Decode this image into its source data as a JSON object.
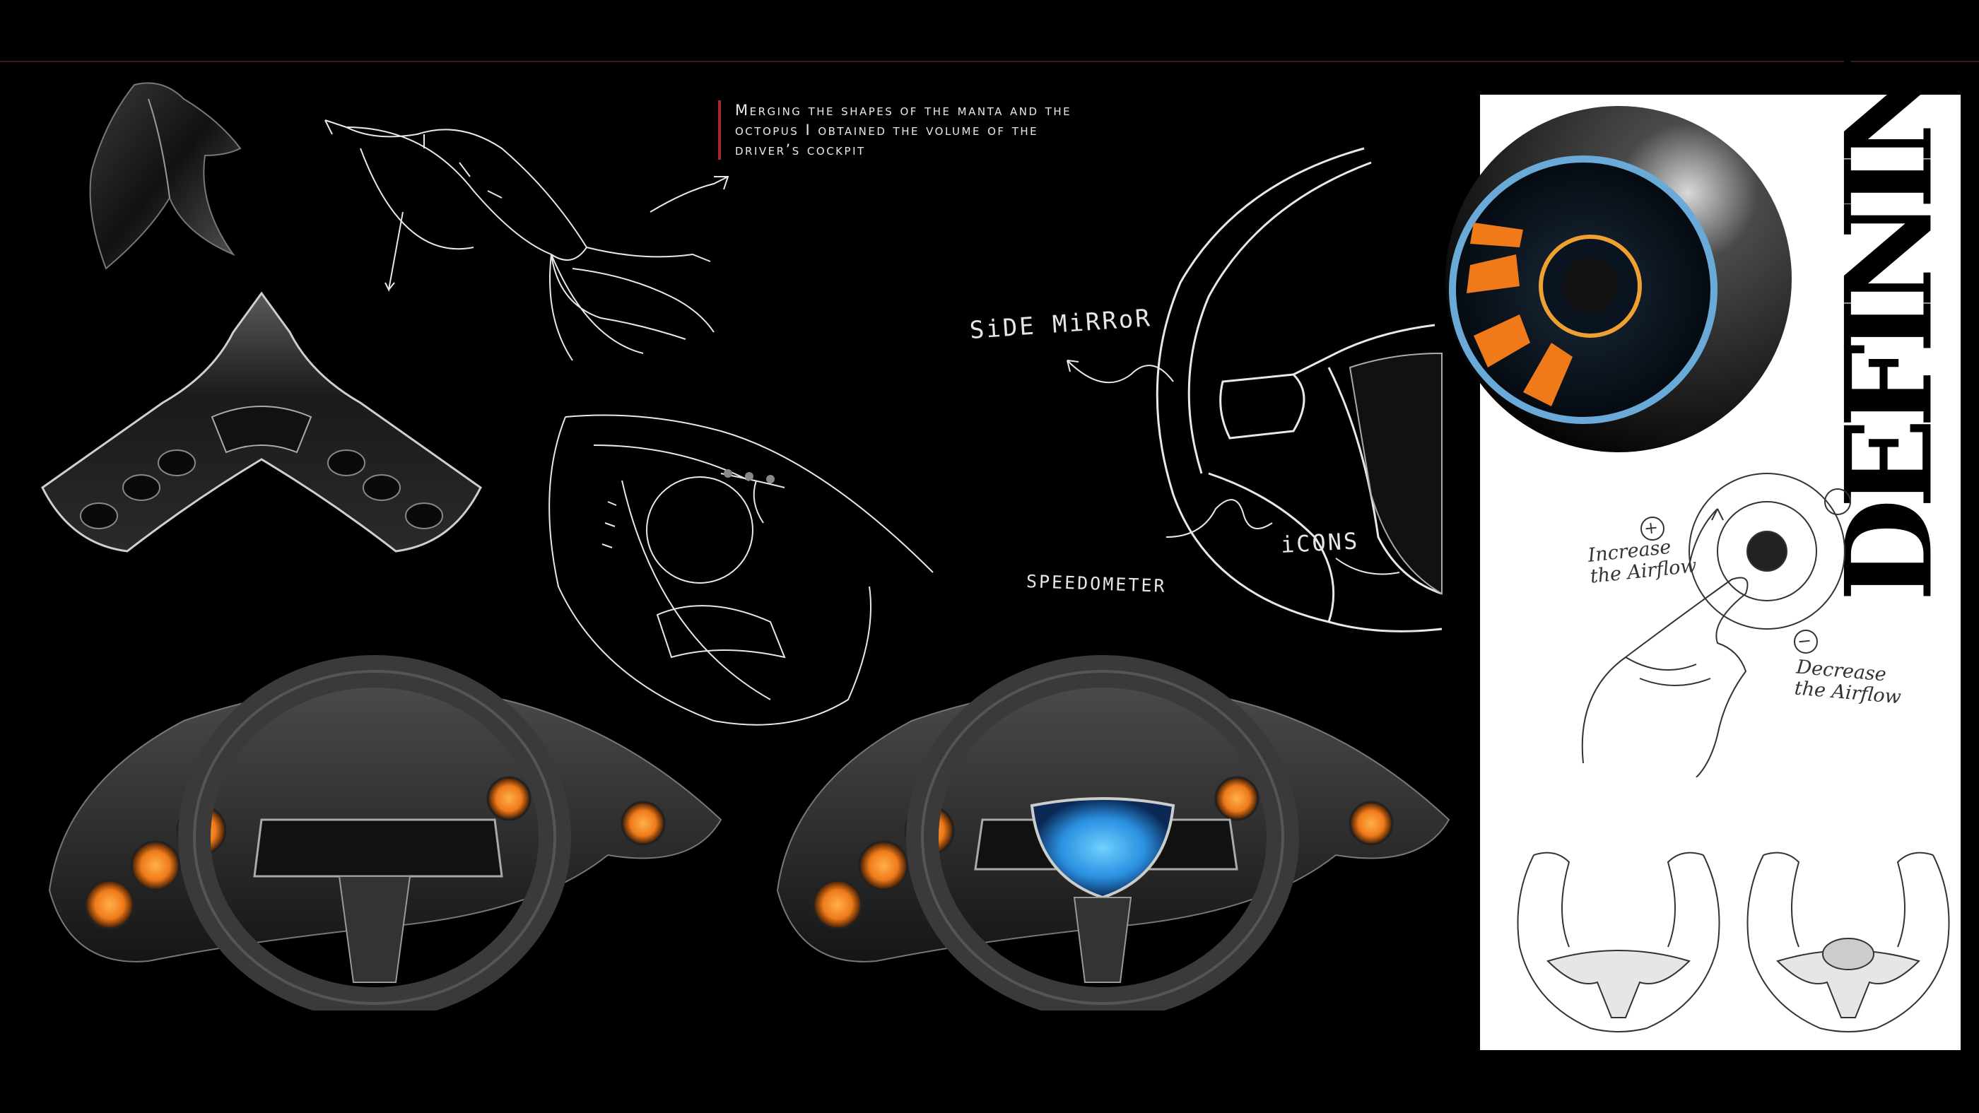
{
  "caption": "Merging the shapes of the manta and the octopus I obtained the volume of the driver’s cockpit",
  "sketch_labels": {
    "side_mirror": "SiDE MiRRoR",
    "speedometer": "SPEEDOMETER",
    "icons": "iCONS"
  },
  "panel": {
    "heading": "DEFINING",
    "increase_label": "Increase\nthe Airflow",
    "decrease_label": "Decrease\nthe Airflow",
    "plus_symbol": "+",
    "minus_symbol": "−"
  },
  "colors": {
    "background": "#000000",
    "accent_line": "#a5282c",
    "orange_glow": "#f07a1a",
    "blue_screen": "#2a8fe0",
    "panel": "#ffffff",
    "sketch_stroke": "#e8e8e8"
  }
}
